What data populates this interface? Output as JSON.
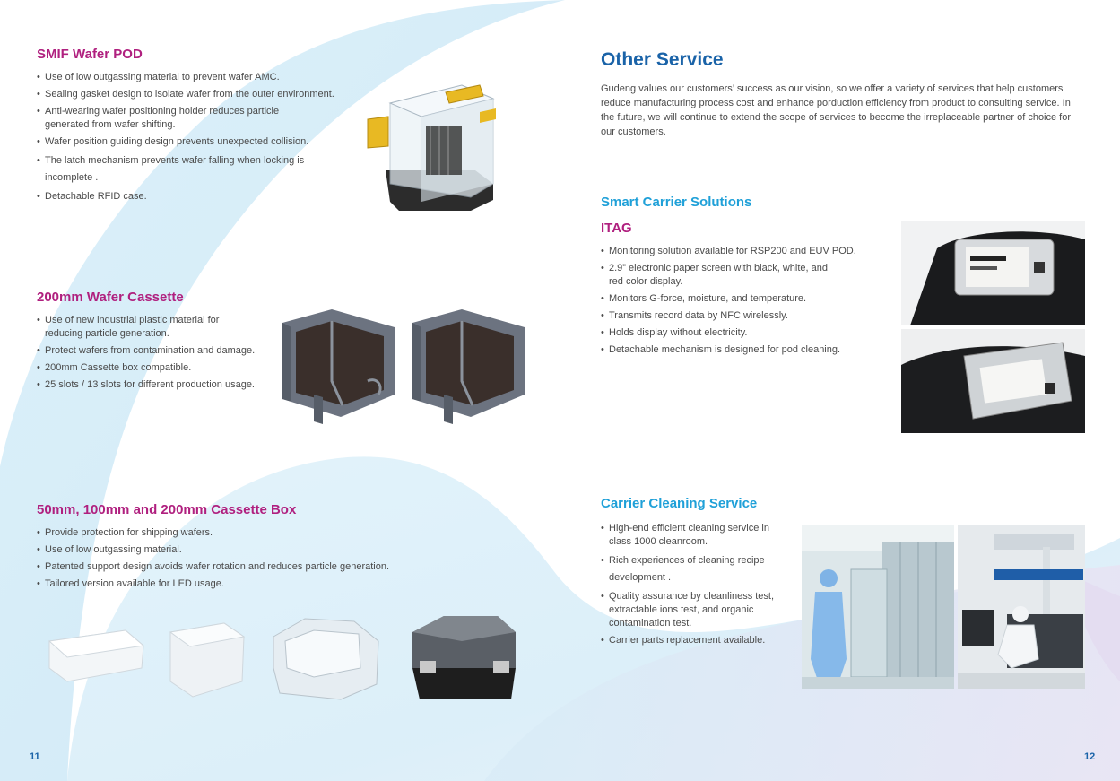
{
  "colors": {
    "title_magenta": "#b0207f",
    "title_blue": "#1fa0d8",
    "title_main": "#1a63a8",
    "body_text": "#4a4a4a",
    "wave_blue": "#cfe9f6",
    "wave_lavender": "#e4e0f2"
  },
  "left_page": {
    "page_number": "11",
    "smif": {
      "title": "SMIF Wafer POD",
      "bullets": [
        "Use of low outgassing material to prevent wafer AMC.",
        "Sealing gasket design to isolate wafer from the outer environment.",
        "Anti-wearing wafer positioning holder reduces particle generated from wafer shifting.",
        "Wafer position guiding design prevents unexpected collision.",
        "The latch mechanism prevents wafer falling when locking is incomplete .",
        "Detachable RFID case."
      ]
    },
    "cassette": {
      "title": "200mm Wafer Cassette",
      "bullets": [
        "Use of new industrial plastic material for reducing particle generation.",
        "Protect wafers from contamination and damage.",
        "200mm Cassette box compatible.",
        "25 slots / 13 slots for different production usage."
      ]
    },
    "box": {
      "title": "50mm, 100mm and 200mm Cassette Box",
      "bullets": [
        "Provide protection for shipping wafers.",
        "Use of low outgassing material.",
        "Patented support design avoids wafer rotation and reduces particle generation.",
        "Tailored version available for LED usage."
      ]
    }
  },
  "right_page": {
    "page_number": "12",
    "other": {
      "title": "Other Service",
      "paragraph": "Gudeng values our customers’ success as our vision, so we offer a variety of services that help customers reduce manufacturing process cost and enhance porduction efficiency from product to consulting service. In the future, we will continue to extend the scope of services to become the irreplaceable partner of choice for our customers."
    },
    "smart": {
      "title": "Smart Carrier Solutions",
      "subtitle": "ITAG",
      "bullets": [
        "Monitoring solution available for RSP200 and EUV POD.",
        "2.9” electronic paper screen with black, white, and red color display.",
        "Monitors G-force, moisture, and temperature.",
        "Transmits record data by NFC wirelessly.",
        "Holds display without electricity.",
        "Detachable mechanism is designed for pod cleaning."
      ]
    },
    "cleaning": {
      "title": "Carrier Cleaning Service",
      "bullets": [
        "High-end efficient cleaning service in class 1000 cleanroom.",
        "Rich experiences of cleaning recipe development .",
        "Quality assurance by cleanliness test, extractable ions test, and organic contamination test.",
        "Carrier parts replacement available."
      ]
    }
  }
}
